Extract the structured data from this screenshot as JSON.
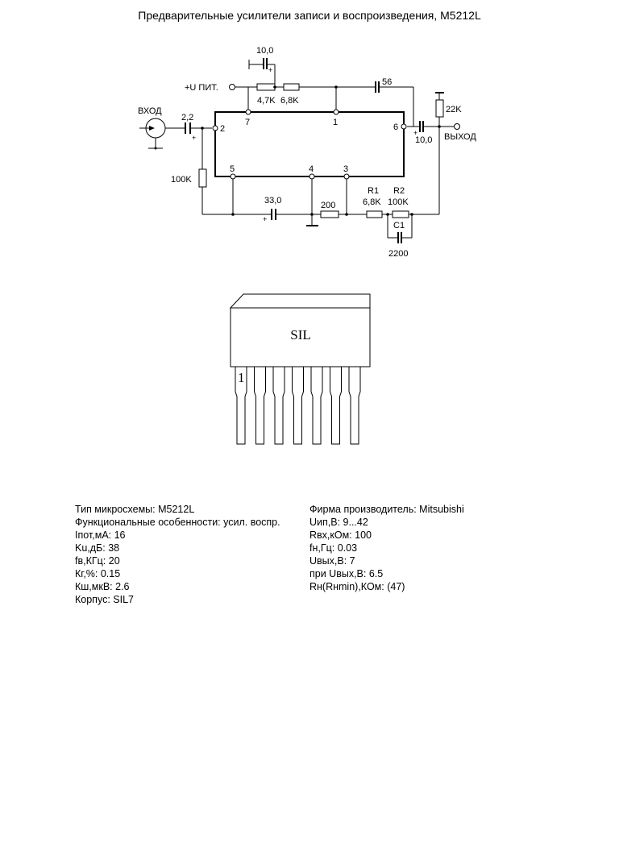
{
  "title": "Предварительные усилители записи и воспроизведения, M5212L",
  "schematic": {
    "input_label": "ВХОД",
    "output_label": "ВЫХОД",
    "supply_label": "+U ПИТ.",
    "plus_sign": "+",
    "pins": [
      "7",
      "1",
      "2",
      "6",
      "5",
      "4",
      "3"
    ],
    "components": {
      "c_supply": "10,0",
      "r_47k": "4,7K",
      "r_68k": "6,8K",
      "c_56": "56",
      "r_22k": "22K",
      "c_in": "2,2",
      "c_out": "10,0",
      "r_100k": "100K",
      "c_33": "33,0",
      "r_200": "200",
      "r1_name": "R1",
      "r1_value": "6,8K",
      "r2_name": "R2",
      "r2_value": "100K",
      "c1_name": "C1",
      "c1_value": "2200"
    }
  },
  "package": {
    "label": "SIL",
    "pin1": "1",
    "pin_count": 7
  },
  "specs": {
    "left": [
      "Тип микросхемы: M5212L",
      "Функциональные особенности: усил. воспр.",
      "Iпот,мА: 16",
      "Ku,дБ: 38",
      "fв,КГц: 20",
      "Кг,%: 0.15",
      "Кш,мкВ: 2.6",
      "Корпус: SIL7"
    ],
    "right": [
      "Фирма производитель: Mitsubishi",
      "Uип,В: 9...42",
      "Rвх,кОм: 100",
      "fн,Гц: 0.03",
      "Uвых,В: 7",
      "при Uвых,В: 6.5",
      "Rн(Rнmin),КОм: (47)"
    ]
  }
}
